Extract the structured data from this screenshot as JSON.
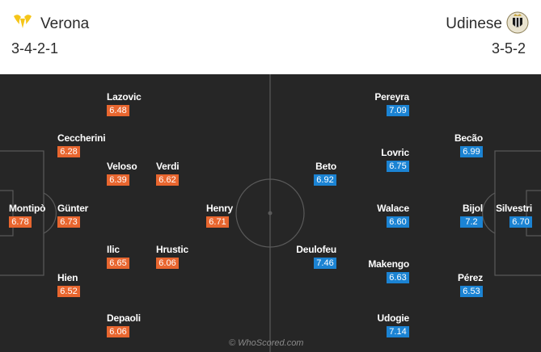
{
  "header": {
    "home": {
      "name": "Verona",
      "formation": "3-4-2-1"
    },
    "away": {
      "name": "Udinese",
      "formation": "3-5-2"
    }
  },
  "players": [
    {
      "name": "Lazovic",
      "rating": "6.48",
      "side": "home"
    },
    {
      "name": "Ceccherini",
      "rating": "6.28",
      "side": "home"
    },
    {
      "name": "Veloso",
      "rating": "6.39",
      "side": "home"
    },
    {
      "name": "Verdi",
      "rating": "6.62",
      "side": "home"
    },
    {
      "name": "Montipò",
      "rating": "6.78",
      "side": "home"
    },
    {
      "name": "Günter",
      "rating": "6.73",
      "side": "home"
    },
    {
      "name": "Henry",
      "rating": "6.71",
      "side": "home"
    },
    {
      "name": "Ilic",
      "rating": "6.65",
      "side": "home"
    },
    {
      "name": "Hrustic",
      "rating": "6.06",
      "side": "home"
    },
    {
      "name": "Hien",
      "rating": "6.52",
      "side": "home"
    },
    {
      "name": "Depaoli",
      "rating": "6.06",
      "side": "home"
    },
    {
      "name": "Pereyra",
      "rating": "7.09",
      "side": "away"
    },
    {
      "name": "Becão",
      "rating": "6.99",
      "side": "away"
    },
    {
      "name": "Lovric",
      "rating": "6.75",
      "side": "away"
    },
    {
      "name": "Beto",
      "rating": "6.92",
      "side": "away"
    },
    {
      "name": "Walace",
      "rating": "6.60",
      "side": "away"
    },
    {
      "name": "Bijol",
      "rating": "7.2",
      "side": "away"
    },
    {
      "name": "Silvestri",
      "rating": "6.70",
      "side": "away"
    },
    {
      "name": "Deulofeu",
      "rating": "7.46",
      "side": "away"
    },
    {
      "name": "Makengo",
      "rating": "6.63",
      "side": "away"
    },
    {
      "name": "Pérez",
      "rating": "6.53",
      "side": "away"
    },
    {
      "name": "Udogie",
      "rating": "7.14",
      "side": "away"
    }
  ],
  "watermark": "© WhoScored.com",
  "colors": {
    "home_rating": "#e8662f",
    "away_rating": "#1b83d3",
    "pitch": "#262626"
  },
  "icons": {
    "home_badge": "verona-crest-icon",
    "away_badge": "udinese-crest-icon"
  }
}
